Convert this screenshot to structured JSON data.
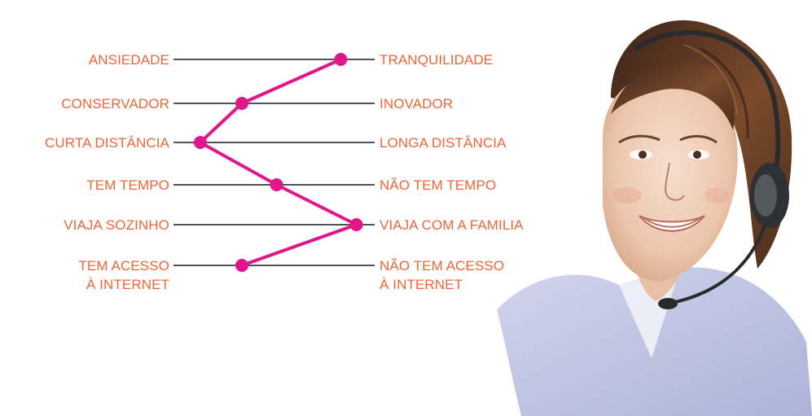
{
  "colors": {
    "label": "#ee6638",
    "axis_line": "#1a1a1a",
    "profile_line": "#e0168a",
    "profile_marker": "#e0168a"
  },
  "illustration": "woman-with-headset-watercolor",
  "rows": [
    {
      "left": [
        "ANSIEDADE"
      ],
      "right": [
        "TRANQUILIDADE"
      ],
      "value": 0.88
    },
    {
      "left": [
        "CONSERVADOR"
      ],
      "right": [
        "INOVADOR"
      ],
      "value": 0.31
    },
    {
      "left": [
        "CURTA DISTÂNCIA"
      ],
      "right": [
        "LONGA DISTÂNCIA"
      ],
      "value": 0.07
    },
    {
      "left": [
        "TEM TEMPO"
      ],
      "right": [
        "NÃO TEM TEMPO"
      ],
      "value": 0.51
    },
    {
      "left": [
        "VIAJA SOZINHO"
      ],
      "right": [
        "VIAJA COM A FAMILIA"
      ],
      "value": 0.97
    },
    {
      "left": [
        "TEM ACESSO",
        "À INTERNET"
      ],
      "right": [
        "NÃO TEM ACESSO",
        "À INTERNET"
      ],
      "value": 0.31
    }
  ]
}
